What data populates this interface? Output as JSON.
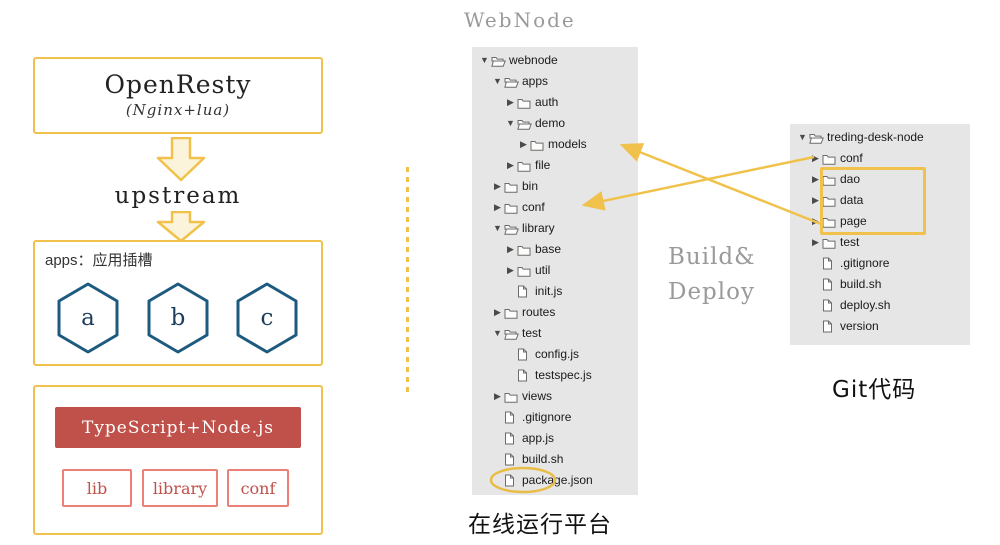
{
  "colors": {
    "accent_yellow": "#f0c24b",
    "brick_red": "#c0504a",
    "module_border_red": "#ec8078",
    "hexagon_blue": "#1d5a80",
    "panel_gray": "#e6e6e6",
    "muted_text": "#9a9a9a"
  },
  "left": {
    "openresty": {
      "title": "OpenResty",
      "subtitle": "(Nginx+lua)"
    },
    "upstream_label": "upstream",
    "apps_box": {
      "label": "apps：应用插槽",
      "slots": [
        "a",
        "b",
        "c"
      ]
    },
    "runtime_box": {
      "title": "TypeScript+Node.js",
      "modules": [
        "lib",
        "library",
        "conf"
      ]
    }
  },
  "webnode_panel": {
    "title": "WebNode",
    "caption": "在线运行平台",
    "tree": [
      {
        "label": "webnode",
        "indent": 0,
        "kind": "folder",
        "open": true
      },
      {
        "label": "apps",
        "indent": 1,
        "kind": "folder",
        "open": true
      },
      {
        "label": "auth",
        "indent": 2,
        "kind": "folder",
        "open": false
      },
      {
        "label": "demo",
        "indent": 2,
        "kind": "folder",
        "open": true
      },
      {
        "label": "models",
        "indent": 3,
        "kind": "folder",
        "open": false
      },
      {
        "label": "file",
        "indent": 2,
        "kind": "folder",
        "open": false
      },
      {
        "label": "bin",
        "indent": 1,
        "kind": "folder",
        "open": false
      },
      {
        "label": "conf",
        "indent": 1,
        "kind": "folder",
        "open": false
      },
      {
        "label": "library",
        "indent": 1,
        "kind": "folder",
        "open": true
      },
      {
        "label": "base",
        "indent": 2,
        "kind": "folder",
        "open": false
      },
      {
        "label": "util",
        "indent": 2,
        "kind": "folder",
        "open": false
      },
      {
        "label": "init.js",
        "indent": 2,
        "kind": "file"
      },
      {
        "label": "routes",
        "indent": 1,
        "kind": "folder",
        "open": false
      },
      {
        "label": "test",
        "indent": 1,
        "kind": "folder",
        "open": true
      },
      {
        "label": "config.js",
        "indent": 2,
        "kind": "file"
      },
      {
        "label": "testspec.js",
        "indent": 2,
        "kind": "file"
      },
      {
        "label": "views",
        "indent": 1,
        "kind": "folder",
        "open": false
      },
      {
        "label": ".gitignore",
        "indent": 1,
        "kind": "file"
      },
      {
        "label": "app.js",
        "indent": 1,
        "kind": "file"
      },
      {
        "label": "build.sh",
        "indent": 1,
        "kind": "file"
      },
      {
        "label": "package.json",
        "indent": 1,
        "kind": "file"
      }
    ]
  },
  "deploy_label": {
    "line1": "Build&",
    "line2": "Deploy"
  },
  "git_panel": {
    "caption": "Git代码",
    "tree": [
      {
        "label": "treding-desk-node",
        "indent": 0,
        "kind": "folder",
        "open": true
      },
      {
        "label": "conf",
        "indent": 1,
        "kind": "folder",
        "open": false
      },
      {
        "label": "dao",
        "indent": 1,
        "kind": "folder",
        "open": false
      },
      {
        "label": "data",
        "indent": 1,
        "kind": "folder",
        "open": false
      },
      {
        "label": "page",
        "indent": 1,
        "kind": "folder",
        "open": false
      },
      {
        "label": "test",
        "indent": 1,
        "kind": "folder",
        "open": false
      },
      {
        "label": ".gitignore",
        "indent": 1,
        "kind": "file"
      },
      {
        "label": "build.sh",
        "indent": 1,
        "kind": "file"
      },
      {
        "label": "deploy.sh",
        "indent": 1,
        "kind": "file"
      },
      {
        "label": "version",
        "indent": 1,
        "kind": "file"
      }
    ]
  }
}
